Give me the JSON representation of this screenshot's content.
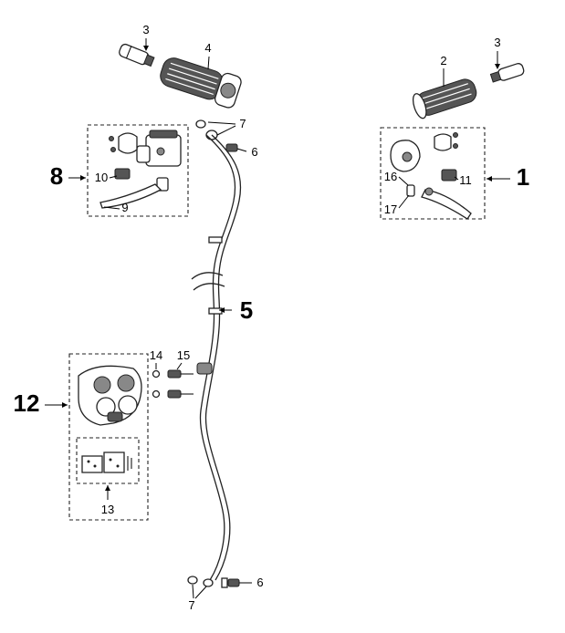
{
  "callouts": {
    "grip_right": "2",
    "bar_end_right": "3",
    "bar_end_left": "3",
    "throttle_grip": "4",
    "cover_plate_top": "7",
    "banjo_bolt_top": "6",
    "right_lever_assembly": "1",
    "left_lever_assembly": "8",
    "switch_left": "10",
    "lever_left": "9",
    "pin_right": "16",
    "switch_right": "11",
    "lever_right": "17",
    "brake_hose": "5",
    "caliper_bolt_washer": "14",
    "caliper_bolt": "15",
    "caliper_assembly": "12",
    "brake_pads": "13",
    "banjo_bolt_bottom": "6",
    "cover_plate_bottom": "7"
  },
  "colors": {
    "line": "#222222",
    "background": "#ffffff"
  }
}
